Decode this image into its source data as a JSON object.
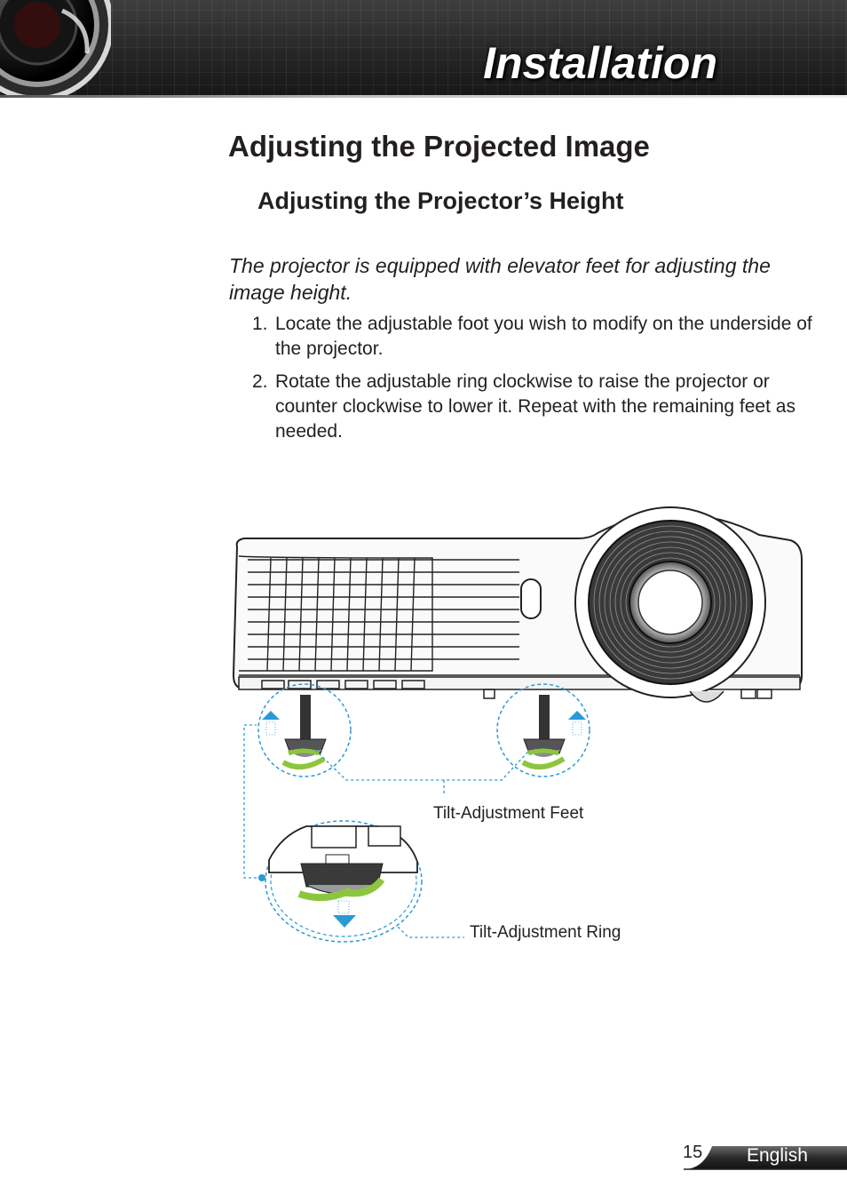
{
  "header": {
    "title": "Installation"
  },
  "page": {
    "title": "Adjusting the Projected Image",
    "subtitle": "Adjusting the Projector’s Height",
    "intro": "The projector is equipped with elevator feet for adjusting the image height.",
    "steps": [
      {
        "num": "1.",
        "text": "Locate the adjustable foot you wish to modify on the underside of the projector."
      },
      {
        "num": "2.",
        "text": "Rotate the adjustable ring clockwise to raise the projector or counter clockwise to lower it. Repeat with the remaining feet as needed."
      }
    ]
  },
  "figure": {
    "label_feet": "Tilt-Adjustment Feet",
    "label_ring": "Tilt-Adjustment Ring",
    "colors": {
      "callout": "#2a9ad6",
      "arrow_up": "#2a9ad6",
      "rotate": "#8cc63f"
    }
  },
  "footer": {
    "page_number": "15",
    "language": "English"
  }
}
